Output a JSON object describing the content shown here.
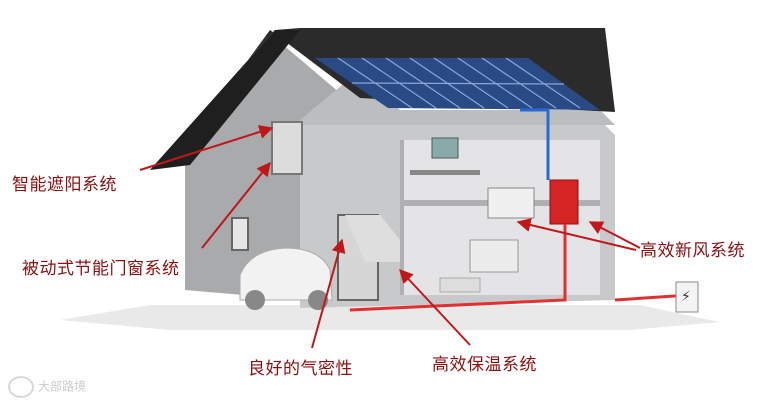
{
  "labels": {
    "sunshade": "智能遮阳系统",
    "passive_window": "被动式节能门窗系统",
    "airtight": "良好的气密性",
    "insulation": "高效保温系统",
    "ventilation": "高效新风系统"
  },
  "watermark": {
    "text": "大部路境"
  },
  "colors": {
    "label": "#8a1010",
    "arrow": "#c01818",
    "pipe": "#e03030",
    "wall": "#b8b9bb",
    "roof": "#2b2b2b",
    "panel": "#2a4a86"
  }
}
